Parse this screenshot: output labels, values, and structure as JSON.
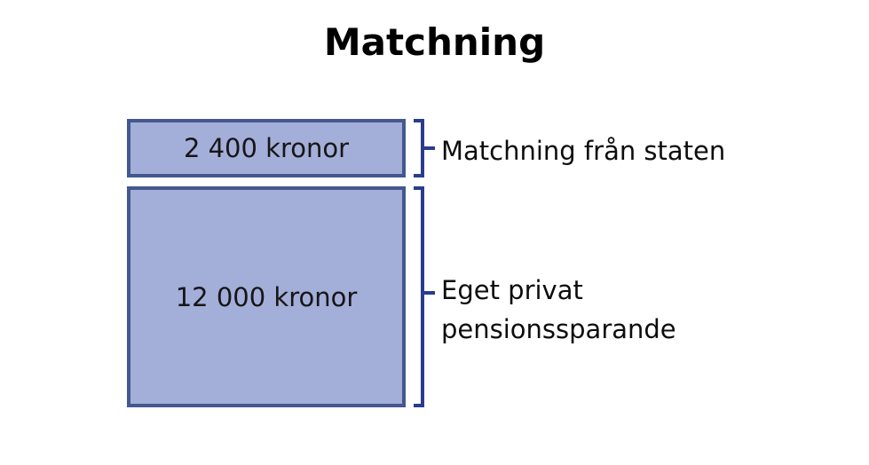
{
  "page": {
    "title": "Matchning",
    "background_color": "#ffffff"
  },
  "theme": {
    "box_fill": "#a3aed9",
    "box_border": "#44588f",
    "bracket_color": "#2a3c8f",
    "text_color": "#161616"
  },
  "diagram": {
    "segments": [
      {
        "id": "matching",
        "value_text": "2 400 kronor",
        "label": "Matchning från staten",
        "amount": 2400,
        "currency": "kronor"
      },
      {
        "id": "private",
        "value_text": "12 000 kronor",
        "label": "Eget privat\npensionssparande",
        "amount": 12000,
        "currency": "kronor"
      }
    ]
  }
}
